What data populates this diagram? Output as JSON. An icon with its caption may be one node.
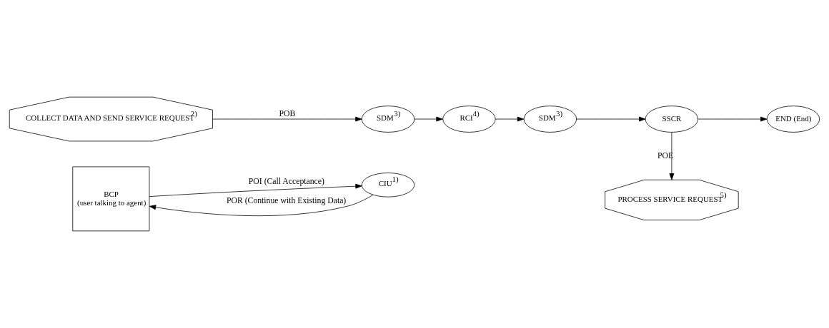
{
  "diagram": {
    "nodes": [
      {
        "text": [
          "BCP",
          "(user talking to agent)"
        ]
      },
      {
        "text": [
          "CIU$^{1)}$"
        ]
      },
      {
        "text": [
          "PROCESS SERVICE REQUEST$^{5)}$"
        ]
      },
      {
        "text": [
          "COLLECT DATA AND SEND SERVICE REQUEST$^{2)}$"
        ]
      },
      {
        "text": [
          "SDM$^{3)}$"
        ]
      },
      {
        "text": [
          "RCI$^{4)}$"
        ]
      },
      {
        "text": [
          "SDM$^{3)}$"
        ]
      },
      {
        "text": [
          "SSCR"
        ]
      },
      {
        "text": [
          "END (End)"
        ]
      }
    ],
    "edges": [
      {
        "from": 0,
        "to": 1,
        "arrow": "to",
        "label": "POI (Call Acceptance)"
      },
      {
        "from": 1,
        "to": 0,
        "arrow": "to",
        "label": "POR (Continue with Existing Data)"
      },
      {
        "from": 3,
        "to": 4,
        "arrow": "to",
        "label": "POB"
      },
      {
        "from": 4,
        "to": 5,
        "arrow": "to"
      },
      {
        "from": 5,
        "to": 6,
        "arrow": "to"
      },
      {
        "from": 6,
        "to": 7,
        "arrow": "to"
      },
      {
        "from": 7,
        "to": 2,
        "arrow": "to",
        "label": "POE"
      },
      {
        "from": 7,
        "to": 8,
        "arrow": "to"
      }
    ]
  }
}
